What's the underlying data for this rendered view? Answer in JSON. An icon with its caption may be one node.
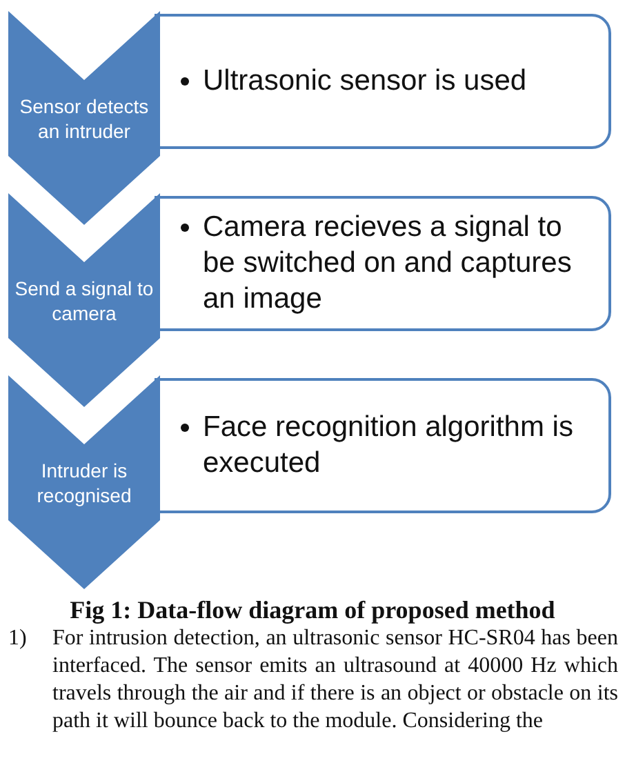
{
  "diagram": {
    "caption": "Fig 1: Data-flow diagram of proposed method",
    "nodes": [
      {
        "text": [
          "Sensor detects an intruder"
        ]
      },
      {
        "text": [
          "Ultrasonic sensor is used"
        ]
      },
      {
        "text": [
          "Send a signal to camera"
        ]
      },
      {
        "text": [
          "Camera recieves a signal to be switched on and captures an image"
        ]
      },
      {
        "text": [
          "Intruder is recognised"
        ]
      },
      {
        "text": [
          "Face recognition algorithm is executed"
        ]
      }
    ],
    "labels": [
      "1)",
      "For intrusion detection, an ultrasonic sensor HC-SR04 has been interfaced. The sensor emits an ultrasound at 40000 Hz which travels through the air and if there is an object or obstacle on its path it will bounce back to the module. Considering the"
    ]
  }
}
